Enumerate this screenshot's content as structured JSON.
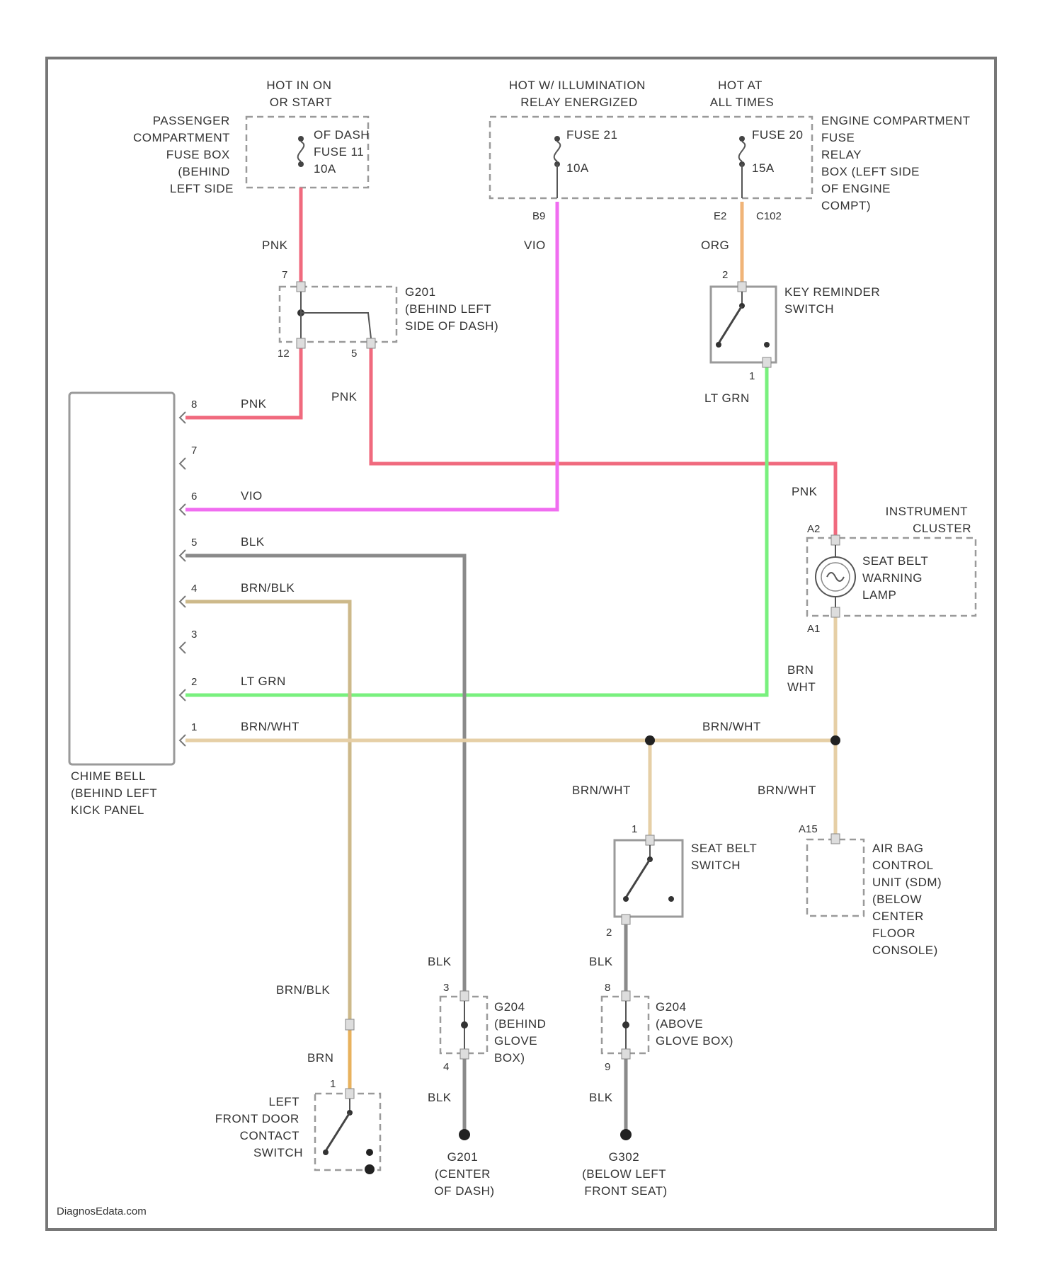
{
  "colors": {
    "pnk": "#f06a7e",
    "vio": "#f06df0",
    "org": "#f0b478",
    "ltgrn": "#79f07e",
    "blk": "#8a8a8a",
    "brnblk": "#cdb98a",
    "brnwht": "#e6cfa6",
    "brn": "#d8ab86"
  },
  "components": {
    "pass_fuse_box": [
      "PASSENGER",
      "COMPARTMENT",
      "FUSE BOX",
      "(BEHIND",
      "LEFT SIDE"
    ],
    "hot_on_start": [
      "HOT IN ON",
      "OR START"
    ],
    "fuse_11": [
      "OF DASH",
      "FUSE 11",
      "10A"
    ],
    "hot_illum": [
      "HOT W/ ILLUMINATION",
      "RELAY ENERGIZED"
    ],
    "hot_all": [
      "HOT AT",
      "ALL TIMES"
    ],
    "fuse_21": [
      "FUSE 21",
      "10A"
    ],
    "fuse_20": [
      "FUSE 20",
      "15A"
    ],
    "eng_fuse_box": [
      "ENGINE COMPARTMENT",
      "FUSE",
      "RELAY",
      "BOX (LEFT SIDE",
      "OF ENGINE",
      "COMPT)"
    ],
    "splice_g201": [
      "G201",
      "(BEHIND LEFT",
      "SIDE OF DASH)"
    ],
    "key_switch": [
      "KEY REMINDER",
      "SWITCH"
    ],
    "chime_bell": [
      "CHIME BELL",
      "(BEHIND LEFT",
      "KICK PANEL"
    ],
    "inst_cluster": [
      "INSTRUMENT",
      "CLUSTER"
    ],
    "seat_belt_lamp": [
      "SEAT BELT",
      "WARNING",
      "LAMP"
    ],
    "seat_belt_switch": [
      "SEAT BELT",
      "SWITCH"
    ],
    "air_bag": [
      "AIR BAG",
      "CONTROL",
      "UNIT (SDM)",
      "(BELOW",
      "CENTER",
      "FLOOR",
      "CONSOLE)"
    ],
    "splice_g204": [
      "G204",
      "(BEHIND",
      "GLOVE",
      "BOX)"
    ],
    "splice_g204b": [
      "G204",
      "(ABOVE",
      "GLOVE BOX)"
    ],
    "door_switch": [
      "LEFT",
      "FRONT DOOR",
      "CONTACT",
      "SWITCH"
    ],
    "ground_g201": [
      "G201",
      "(CENTER",
      "OF DASH)"
    ],
    "ground_g302": [
      "G302",
      "(BELOW LEFT",
      "FRONT SEAT)"
    ]
  },
  "wires": {
    "pnk": "PNK",
    "vio": "VIO",
    "org": "ORG",
    "ltgrn": "LT GRN",
    "blk": "BLK",
    "brnblk": "BRN/BLK",
    "brnwht": "BRN/WHT",
    "brn": "BRN",
    "brn_wht_stack": [
      "BRN",
      "WHT"
    ]
  },
  "pins": {
    "p7": "7",
    "p12": "12",
    "p5": "5",
    "p8": "8",
    "p1": "1",
    "p2": "2",
    "p3": "3",
    "p4": "4",
    "p6": "6",
    "b9": "B9",
    "e2": "E2",
    "c102": "C102",
    "a2": "A2",
    "a1": "A1",
    "a15": "A15"
  },
  "watermark": "DiagnosEdata.com"
}
